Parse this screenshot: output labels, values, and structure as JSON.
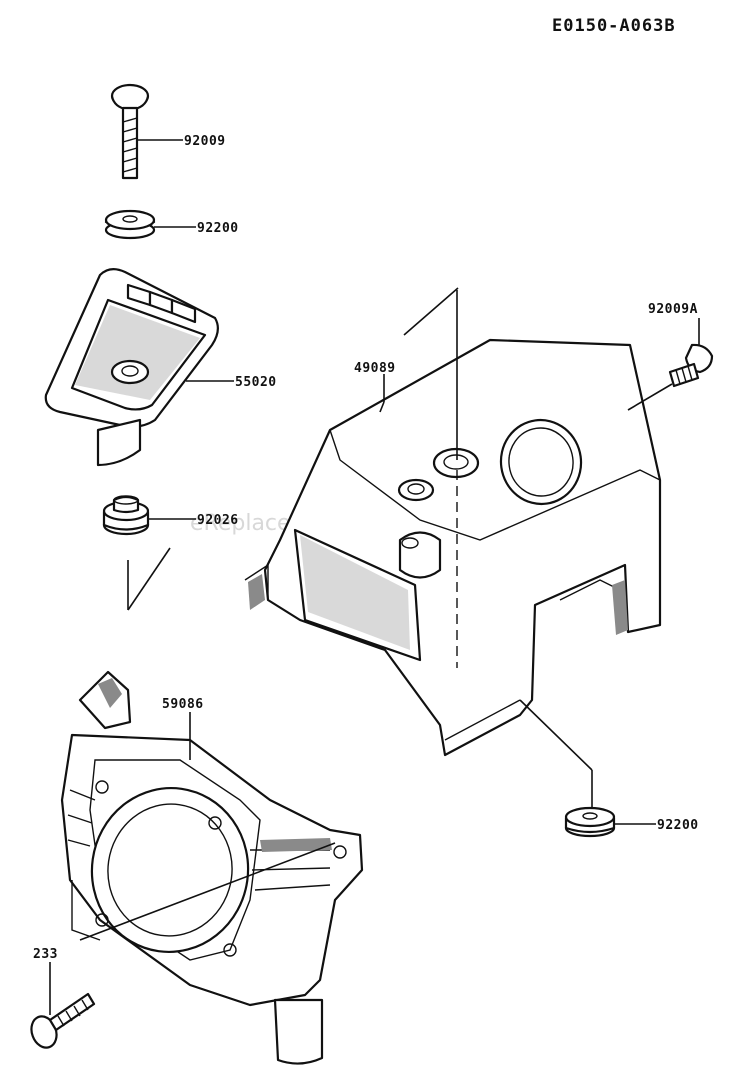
{
  "diagram_code": "E0150-A063B",
  "watermark": "eReplacementParts.com",
  "parts": [
    {
      "id": "bolt-top",
      "label": "92009"
    },
    {
      "id": "washer-top",
      "label": "92200"
    },
    {
      "id": "bracket",
      "label": "55020"
    },
    {
      "id": "bushing",
      "label": "92026"
    },
    {
      "id": "cover",
      "label": "49089"
    },
    {
      "id": "bolt-right",
      "label": "92009A"
    },
    {
      "id": "shroud",
      "label": "59086"
    },
    {
      "id": "washer-bottom",
      "label": "92200"
    },
    {
      "id": "screw-bottom",
      "label": "233"
    }
  ],
  "icons": {
    "bolt": "hex-flange-bolt-icon",
    "washer": "flat-washer-icon",
    "bushing": "rubber-bushing-icon"
  }
}
